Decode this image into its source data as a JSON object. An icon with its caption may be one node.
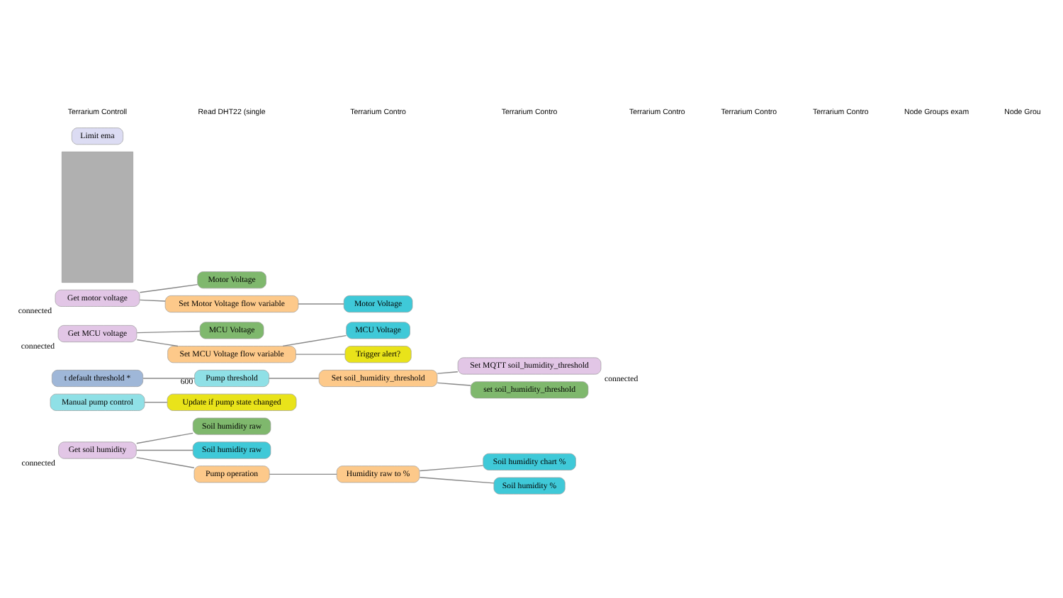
{
  "diagram": {
    "nodes": [
      {
        "text": [
          "Get soil humidity"
        ],
        "beside": [
          "connected"
        ]
      },
      {
        "text": [
          "Soil humidity raw"
        ]
      },
      {
        "text": [
          "Soil humidity raw"
        ]
      },
      {
        "text": [
          "Pump operation"
        ]
      },
      {
        "text": [
          "Humidity raw to %"
        ]
      },
      {
        "text": [
          "Soil humidity chart %"
        ]
      },
      {
        "text": [
          "Soil humidity %"
        ]
      },
      {
        "text": [
          "Manual pump control"
        ]
      },
      {
        "text": [
          "Update if pump state changed"
        ]
      },
      {
        "text": [
          "t default threshold *"
        ]
      },
      {
        "text": [
          "Pump threshold"
        ],
        "beside": [
          "600"
        ]
      },
      {
        "text": [
          "Set soil_humidity_threshold"
        ]
      },
      {
        "text": [
          "Set MQTT soil_humidity_threshold"
        ],
        "beside": [
          "connected"
        ]
      },
      {
        "text": [
          "set soil_humidity_threshold"
        ]
      },
      {
        "text": [
          "Get MCU voltage"
        ],
        "beside": [
          "connected"
        ]
      },
      {
        "text": [
          "MCU Voltage"
        ]
      },
      {
        "text": [
          "Set MCU Voltage flow variable"
        ]
      },
      {
        "text": [
          "MCU Voltage"
        ]
      },
      {
        "text": [
          "Trigger alert?"
        ]
      },
      {
        "text": [
          "Get motor voltage"
        ],
        "beside": [
          "connected"
        ]
      },
      {
        "text": [
          "Motor Voltage"
        ]
      },
      {
        "text": [
          "Set Motor Voltage flow variable"
        ]
      },
      {
        "text": [
          "Motor Voltage"
        ]
      },
      {
        "text": [],
        "shape": "box"
      },
      {
        "text": [
          "Limit ema"
        ]
      }
    ],
    "edges": [
      {
        "from": 0,
        "to": 1,
        "arrow": "none"
      },
      {
        "from": 0,
        "to": 2,
        "arrow": "none"
      },
      {
        "from": 0,
        "to": 3,
        "arrow": "none"
      },
      {
        "from": 3,
        "to": 4,
        "arrow": "none"
      },
      {
        "from": 4,
        "to": 5,
        "arrow": "none"
      },
      {
        "from": 4,
        "to": 6,
        "arrow": "none"
      },
      {
        "from": 7,
        "to": 8,
        "arrow": "none"
      },
      {
        "from": 9,
        "to": 10,
        "arrow": "none"
      },
      {
        "from": 10,
        "to": 11,
        "arrow": "none"
      },
      {
        "from": 11,
        "to": 12,
        "arrow": "none"
      },
      {
        "from": 11,
        "to": 13,
        "arrow": "none"
      },
      {
        "from": 14,
        "to": 15,
        "arrow": "none"
      },
      {
        "from": 14,
        "to": 16,
        "arrow": "none"
      },
      {
        "from": 16,
        "to": 17,
        "arrow": "none"
      },
      {
        "from": 16,
        "to": 18,
        "arrow": "none"
      },
      {
        "from": 19,
        "to": 20,
        "arrow": "none"
      },
      {
        "from": 19,
        "to": 21,
        "arrow": "none"
      },
      {
        "from": 21,
        "to": 22,
        "arrow": "none"
      }
    ],
    "labels": [
      "Terrarium Controll",
      "Read DHT22 (single",
      "Terrarium Contro",
      "Terrarium Contro",
      "Terrarium Contro",
      "Terrarium Contro",
      "Terrarium Contro",
      "Node Groups exam",
      "Node Grou"
    ]
  }
}
